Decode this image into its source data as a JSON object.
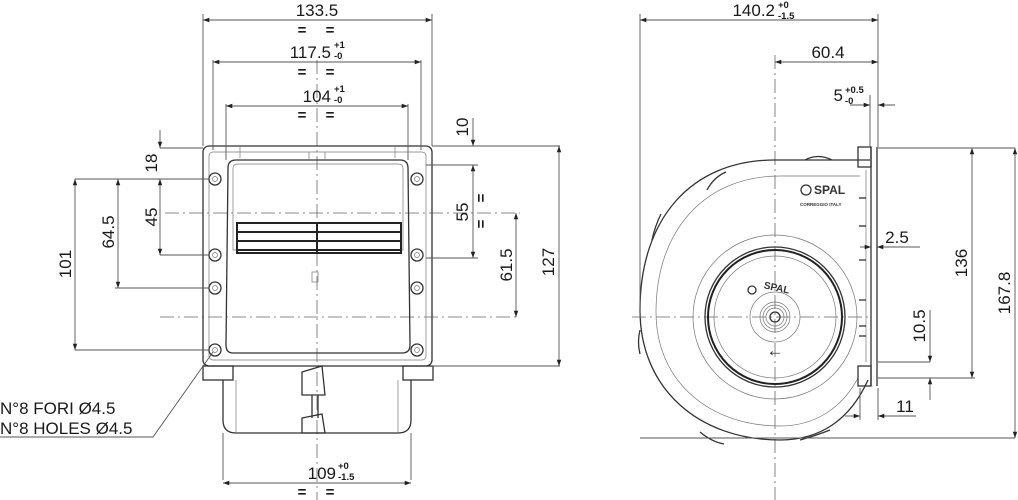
{
  "drawing": {
    "subject": "SPAL centrifugal blower",
    "brand": "SPAL",
    "brand_subtext": "CORREGGIO ITALY",
    "colors": {
      "line": "#333333",
      "dimension_text": "#1a1a1a",
      "background": "#ffffff"
    }
  },
  "front_view": {
    "dimensions": {
      "overall_width": {
        "value": "133.5",
        "tol_plus": "",
        "tol_minus": ""
      },
      "flange_width": {
        "value": "117.5",
        "tol_plus": "+1",
        "tol_minus": "-0"
      },
      "hole_spacing_width": {
        "value": "104",
        "tol_plus": "+1",
        "tol_minus": "-0"
      },
      "bottom_width": {
        "value": "109",
        "tol_plus": "+0",
        "tol_minus": "-1.5"
      },
      "top_offset": {
        "value": "18"
      },
      "hole_spacing_upper": {
        "value": "45"
      },
      "hole_spacing_mid": {
        "value": "64.5"
      },
      "hole_spacing_outer": {
        "value": "101"
      },
      "top_margin": {
        "value": "10"
      },
      "outlet_height": {
        "value": "55"
      },
      "center_offset": {
        "value": "61.5"
      },
      "overall_height": {
        "value": "127"
      }
    },
    "symmetry_mark": "=",
    "holes_note": {
      "line_it": "N°8 FORI Ø4.5",
      "line_en": "N°8 HOLES Ø4.5"
    }
  },
  "side_view": {
    "dimensions": {
      "overall_depth": {
        "value": "140.2",
        "tol_plus": "+0",
        "tol_minus": "-1.5"
      },
      "axis_offset": {
        "value": "60.4"
      },
      "flange_thickness": {
        "value": "5",
        "tol_plus": "+0.5",
        "tol_minus": "-0"
      },
      "wall_gap": {
        "value": "2.5"
      },
      "flange_height": {
        "value": "136"
      },
      "overall_height": {
        "value": "167.8"
      },
      "lower_offset": {
        "value": "10.5"
      },
      "bottom_offset": {
        "value": "11"
      }
    },
    "rotation_arrow": "←"
  }
}
